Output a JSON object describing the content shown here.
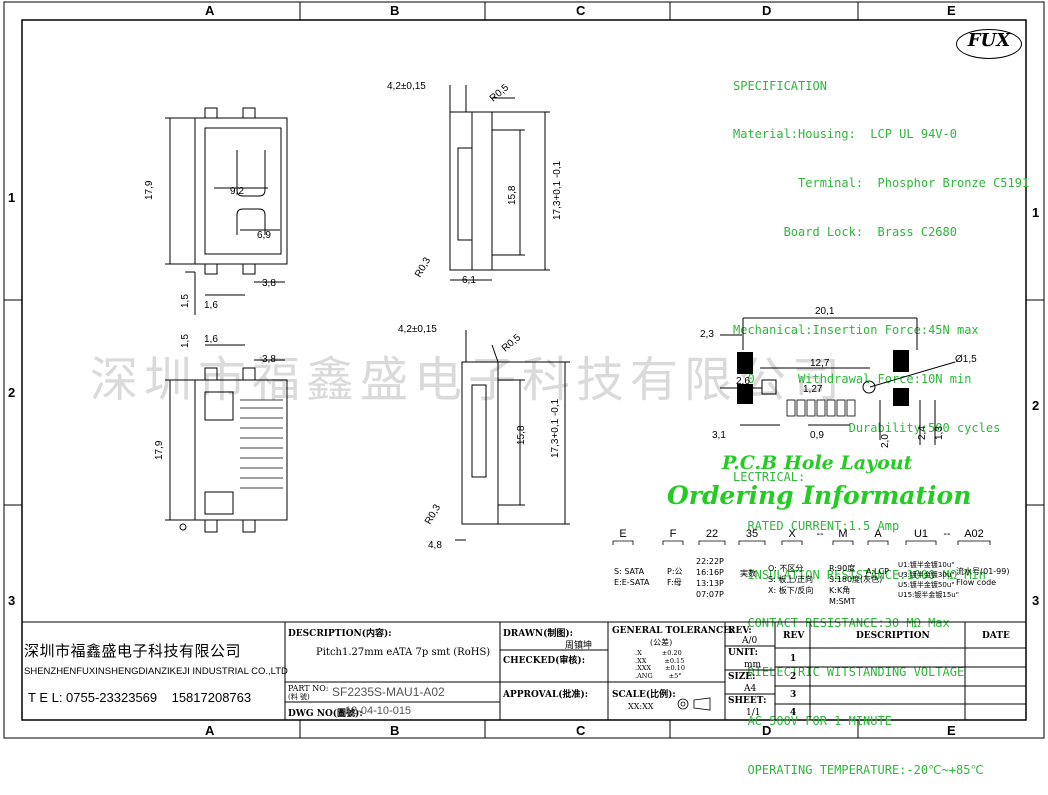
{
  "zones": {
    "columns": [
      "A",
      "B",
      "C",
      "D",
      "E"
    ],
    "rows": [
      "1",
      "2",
      "3"
    ]
  },
  "brand": {
    "logo_text": "FUX"
  },
  "specification": {
    "lines": [
      "SPECIFICATION",
      "Material:Housing:  LCP UL 94V-0",
      "         Terminal:  Phosphor Bronze C5191",
      "       Board Lock:  Brass C2680",
      "",
      "Mechanical:Insertion Force:45N max",
      "  0      Withdrawal Force:10N min",
      "                Durability:500 cycles",
      "LECTRICAL:",
      "  RATED CURRENT:1.5 Amp",
      "  INSULATION RESISTANCE:1000 MΩ Min",
      "  CONTACT RESISTANCE:30 MΩ Max",
      "  DIELECTRIC WITSTANDING VOLTAGE",
      "  AC 500V FOR 1 MINUTE",
      "  OPERATING TEMPERATURE:-20℃~+85℃"
    ]
  },
  "dimensions": {
    "top_front": [
      "17,9",
      "9,2",
      "6,9",
      "3,8",
      "1,5",
      "1,6"
    ],
    "top_side": [
      "4,2±0,15",
      "R0,5",
      "15,8",
      "17,3+0,1 -0,1",
      "R0,3",
      "6,1"
    ],
    "bottom_front": [
      "1,5",
      "1,6",
      "3,8",
      "17,9"
    ],
    "bottom_side": [
      "4,2±0,15",
      "R0,5",
      "15,8",
      "17,3+0,1 -0,1",
      "R0,3",
      "4,8"
    ],
    "pcb": [
      "20,1",
      "2,3",
      "12,7",
      "2,6",
      "1,27",
      "Ø1,5",
      "3,1",
      "0,9",
      "2,0",
      "2,4",
      "1,3"
    ]
  },
  "pcb_title": "P.C.B Hole Layout",
  "ordering_title": "Ordering Information",
  "ordering": {
    "codes": [
      "E",
      "F",
      "22",
      "35",
      "X",
      "--",
      "M",
      "A",
      "U1",
      "--",
      "A02"
    ],
    "descriptions": [
      "S: SATA\nE:E-SATA",
      "P:公\nF:母",
      "22:22P\n16:16P\n13:13P\n07:07P",
      "実数",
      "O: 不区分\nS: 板上/正向\nX: 板下/反向",
      "R:90度\nS:180度(灰色)\nK:K角\nM:SMT",
      "A:LCP",
      "U1:镀半金镀10u\"\nU3:镀半金镀30u\"\nU5:镀半金镀50u\"\nU15:镀半金镀15u\"",
      "流水号(01-99)\nFlow code"
    ]
  },
  "watermark": "深圳市福鑫盛电子科技有限公司",
  "title_block": {
    "company_cn": "深圳市福鑫盛电子科技有限公司",
    "company_en": "SHENZHENFUXINSHENGDIANZIKEJI INDUSTRIAL CO.,LTD",
    "tel": "T E L: 0755-23323569    15817208763",
    "description_label": "DESCRIPTION(内容):",
    "description_value": "Pitch1.27mm eATA 7p smt  (RoHS)",
    "part_no_label": "PART NO:",
    "part_no_sub": "(料   號)",
    "part_no_value": "SF2235S-MAU1-A02",
    "dwg_label": "DWG NO(圖號):",
    "dwg_value": "12-04-10-015",
    "drawn_label": "DRAWN(制图):",
    "drawn_value": "周镇坤",
    "checked_label": "CHECKED(审核):",
    "approval_label": "APPROVAL(批准):",
    "tolerance_label": "GENERAL TOLERANCE:",
    "tolerance_sub": "(公差)",
    "tolerance_rows": [
      [
        ".X",
        "±0.20"
      ],
      [
        ".XX",
        "±0.15"
      ],
      [
        ".XXX",
        "±0.10"
      ],
      [
        ".ANG",
        "±5°"
      ]
    ],
    "scale_label": "SCALE(比例):",
    "scale_value": "XX:XX",
    "rev_label": "REV:",
    "rev_value": "A/0",
    "unit_label": "UNIT:",
    "unit_value": "mm",
    "size_label": "SIZE:",
    "size_value": "A4",
    "sheet_label": "SHEET:",
    "sheet_value": "1/1",
    "rev_table_headers": [
      "REV",
      "DESCRIPTION",
      "DATE"
    ],
    "rev_rows": [
      "1",
      "2",
      "3",
      "4"
    ]
  }
}
